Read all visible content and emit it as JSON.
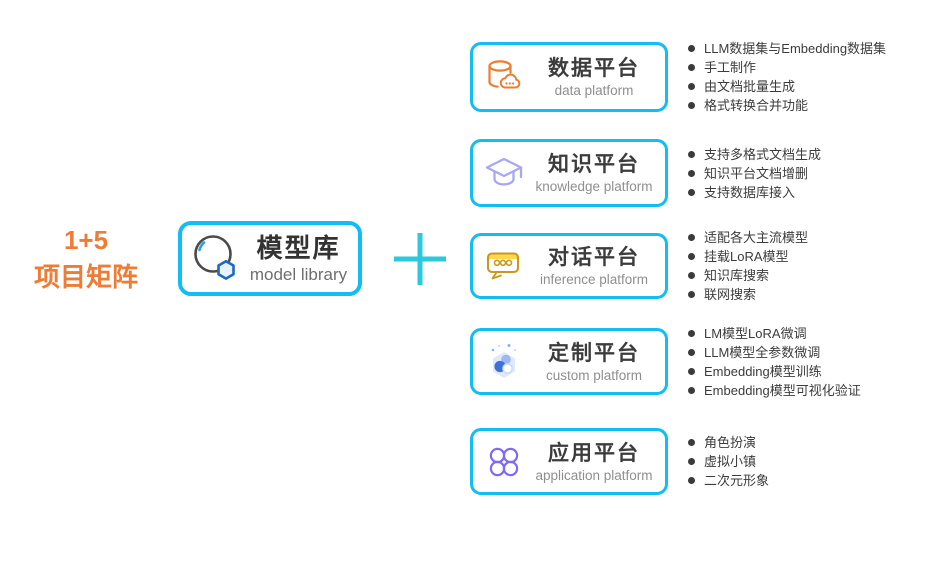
{
  "colors": {
    "box_border": "#12bdf3",
    "plus_sign": "#2bc9db",
    "matrix_label_orange": "#ee7c35",
    "title_dark": "#3c3c3c",
    "subtitle_gray": "#8f8f8f",
    "data_icon_orange": "#ed7d31",
    "knowledge_icon_periwinkle": "#a6a8f0",
    "chat_icon_gold": "#c8991d",
    "custom_icon_blue": "#3f6fd8",
    "app_icon_purple": "#7e6bf2"
  },
  "matrix_label": {
    "line1": "1+5",
    "line2": "项目矩阵"
  },
  "model_library": {
    "title": "模型库",
    "subtitle": "model library",
    "icon": "model-library-icon"
  },
  "platforms": [
    {
      "title": "数据平台",
      "subtitle": "data platform",
      "icon": "database-cloud-icon",
      "bullets": [
        "LLM数据集与Embedding数据集",
        "手工制作",
        "由文档批量生成",
        "格式转换合并功能"
      ]
    },
    {
      "title": "知识平台",
      "subtitle": "knowledge platform",
      "icon": "graduation-cap-icon",
      "bullets": [
        "支持多格式文档生成",
        "知识平台文档增删",
        "支持数据库接入"
      ]
    },
    {
      "title": "对话平台",
      "subtitle": "inference platform",
      "icon": "chat-bubble-icon",
      "bullets": [
        "适配各大主流模型",
        "挂载LoRA模型",
        "知识库搜索",
        "联网搜索"
      ]
    },
    {
      "title": "定制平台",
      "subtitle": "custom platform",
      "icon": "molecule-icon",
      "bullets": [
        "LM模型LoRA微调",
        "LLM模型全参数微调",
        "Embedding模型训练",
        "Embedding模型可视化验证"
      ]
    },
    {
      "title": "应用平台",
      "subtitle": "application platform",
      "icon": "app-grid-icon",
      "bullets": [
        "角色扮演",
        "虚拟小镇",
        "二次元形象"
      ]
    }
  ]
}
